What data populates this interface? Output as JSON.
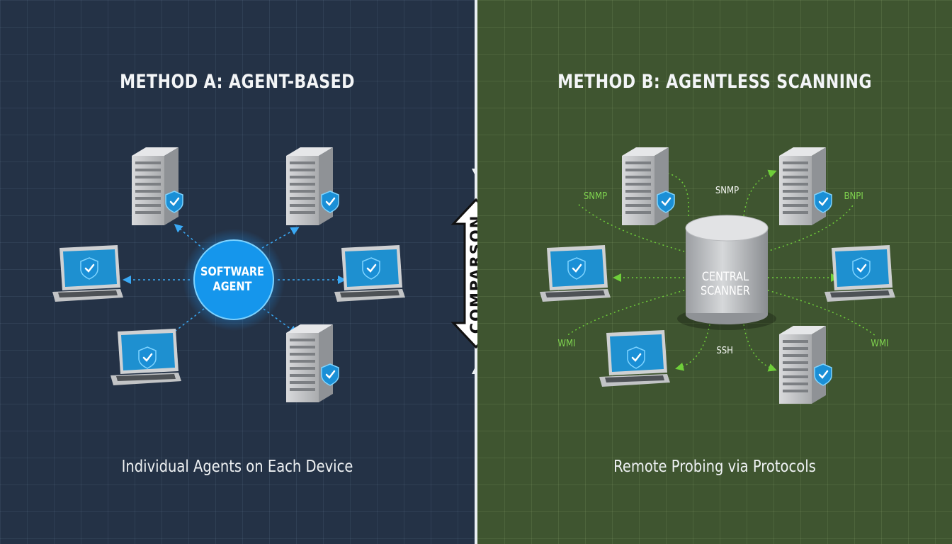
{
  "method_a": {
    "title": "METHOD A: AGENT-BASED",
    "center_line1": "SOFTWARE",
    "center_line2": "AGENT",
    "caption": "Individual Agents on Each Device",
    "accent": "#2aa8ff"
  },
  "method_b": {
    "title": "METHOD B: AGENTLESS SCANNING",
    "center_label": "CENTRAL SCANNER",
    "protocol_labels": {
      "snmp_left": "SNMP",
      "snmp_top": "SNMP",
      "snmp_right": "BNPI",
      "ssh": "SSH",
      "wmi_left": "WMI",
      "wmi_right": "WMI"
    },
    "caption": "Remote Probing via Protocols",
    "accent": "#6fcf3a"
  },
  "divider": {
    "label": "COMPARSON"
  },
  "icons": [
    "server-icon",
    "laptop-icon",
    "shield-check-icon",
    "cylinder-icon"
  ]
}
